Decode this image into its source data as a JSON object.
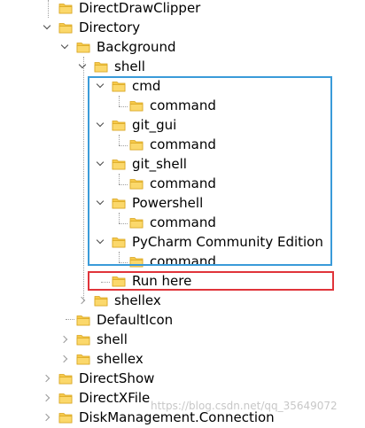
{
  "tree": {
    "items": [
      {
        "label": "DirectDrawClipper",
        "arrow": "none"
      },
      {
        "label": "Directory",
        "arrow": "expanded"
      },
      {
        "label": "Background",
        "arrow": "expanded"
      },
      {
        "label": "shell",
        "arrow": "expanded"
      },
      {
        "label": "cmd",
        "arrow": "expanded"
      },
      {
        "label": "command",
        "arrow": "none"
      },
      {
        "label": "git_gui",
        "arrow": "expanded"
      },
      {
        "label": "command",
        "arrow": "none"
      },
      {
        "label": "git_shell",
        "arrow": "expanded"
      },
      {
        "label": "command",
        "arrow": "none"
      },
      {
        "label": "Powershell",
        "arrow": "expanded"
      },
      {
        "label": "command",
        "arrow": "none"
      },
      {
        "label": "PyCharm Community Edition",
        "arrow": "expanded"
      },
      {
        "label": "command",
        "arrow": "none"
      },
      {
        "label": "Run here",
        "arrow": "none"
      },
      {
        "label": "shellex",
        "arrow": "collapsed"
      },
      {
        "label": "DefaultIcon",
        "arrow": "none"
      },
      {
        "label": "shell",
        "arrow": "collapsed"
      },
      {
        "label": "shellex",
        "arrow": "collapsed"
      },
      {
        "label": "DirectShow",
        "arrow": "collapsed"
      },
      {
        "label": "DirectXFile",
        "arrow": "collapsed"
      },
      {
        "label": "DiskManagement.Connection",
        "arrow": "collapsed"
      }
    ]
  },
  "highlights": {
    "blue_color": "#3a9bd9",
    "red_color": "#e0343a"
  },
  "watermark": {
    "text": "https://blog.csdn.net/qq_35649072"
  },
  "icons": {
    "folder": "folder-icon",
    "expanded": "chevron-down-icon",
    "collapsed": "chevron-right-icon"
  },
  "colors": {
    "folder_body": "#f6c94a",
    "folder_front": "#fbd86b"
  }
}
